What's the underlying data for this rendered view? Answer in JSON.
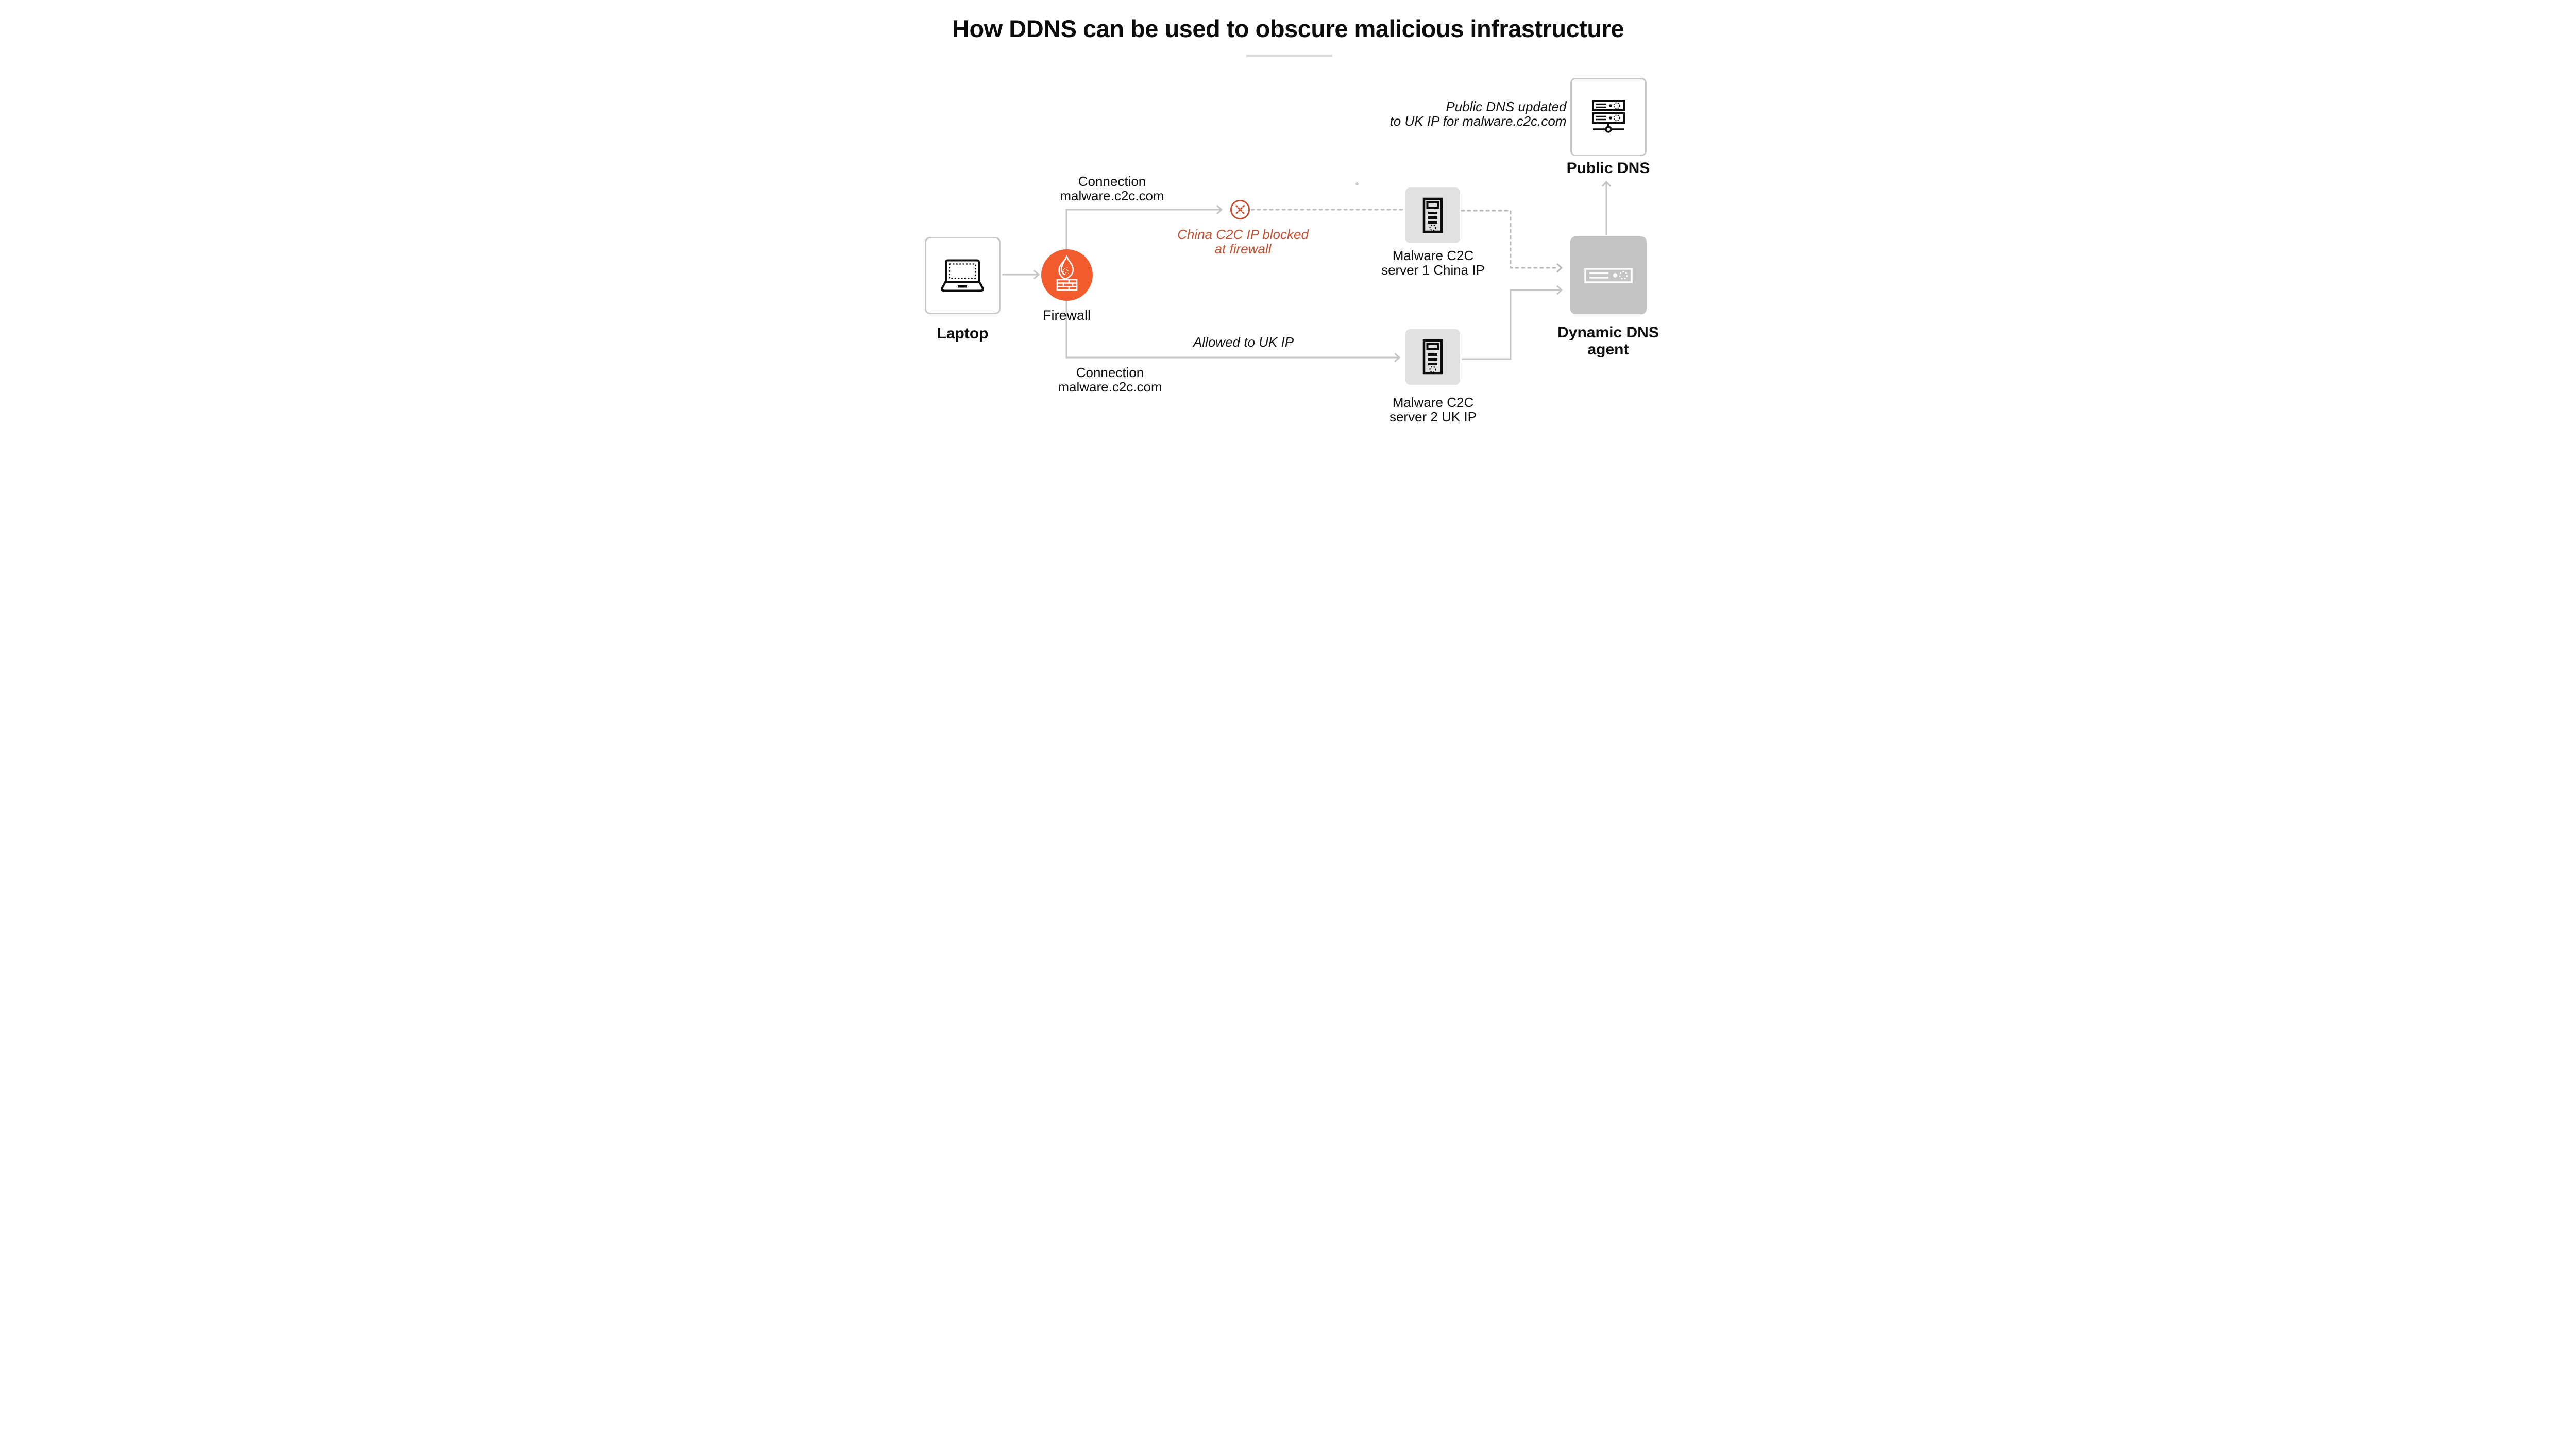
{
  "title": "How DDNS can be used to obscure malicious infrastructure",
  "colors": {
    "firewall_orange": "#F15B2E",
    "blocked_orange": "#C64829",
    "note_orange": "#C65030",
    "line_gray": "#C5C5C5",
    "dotted_gray": "#B9B9B9",
    "server_box_gray": "#E1E1E1",
    "agent_box_gray": "#C4C4C4",
    "text_black": "#0E0E0E"
  },
  "nodes": {
    "laptop": {
      "label": "Laptop"
    },
    "firewall": {
      "label": "Firewall"
    },
    "server1": {
      "label_line1": "Malware C2C",
      "label_line2": "server 1 China IP"
    },
    "server2": {
      "label_line1": "Malware C2C",
      "label_line2": "server 2 UK IP"
    },
    "ddns_agent": {
      "label_line1": "Dynamic DNS",
      "label_line2": "agent"
    },
    "public_dns": {
      "label": "Public DNS"
    }
  },
  "annotations": {
    "top_connection": {
      "line1": "Connection",
      "line2": "malware.c2c.com"
    },
    "bottom_connection": {
      "line1": "Connection",
      "line2": "malware.c2c.com"
    },
    "blocked_note": {
      "line1": "China C2C IP blocked",
      "line2": "at firewall"
    },
    "allowed_note": "Allowed to UK IP",
    "dns_update_note": {
      "line1": "Public DNS updated",
      "line2": "to UK IP for malware.c2c.com"
    }
  }
}
